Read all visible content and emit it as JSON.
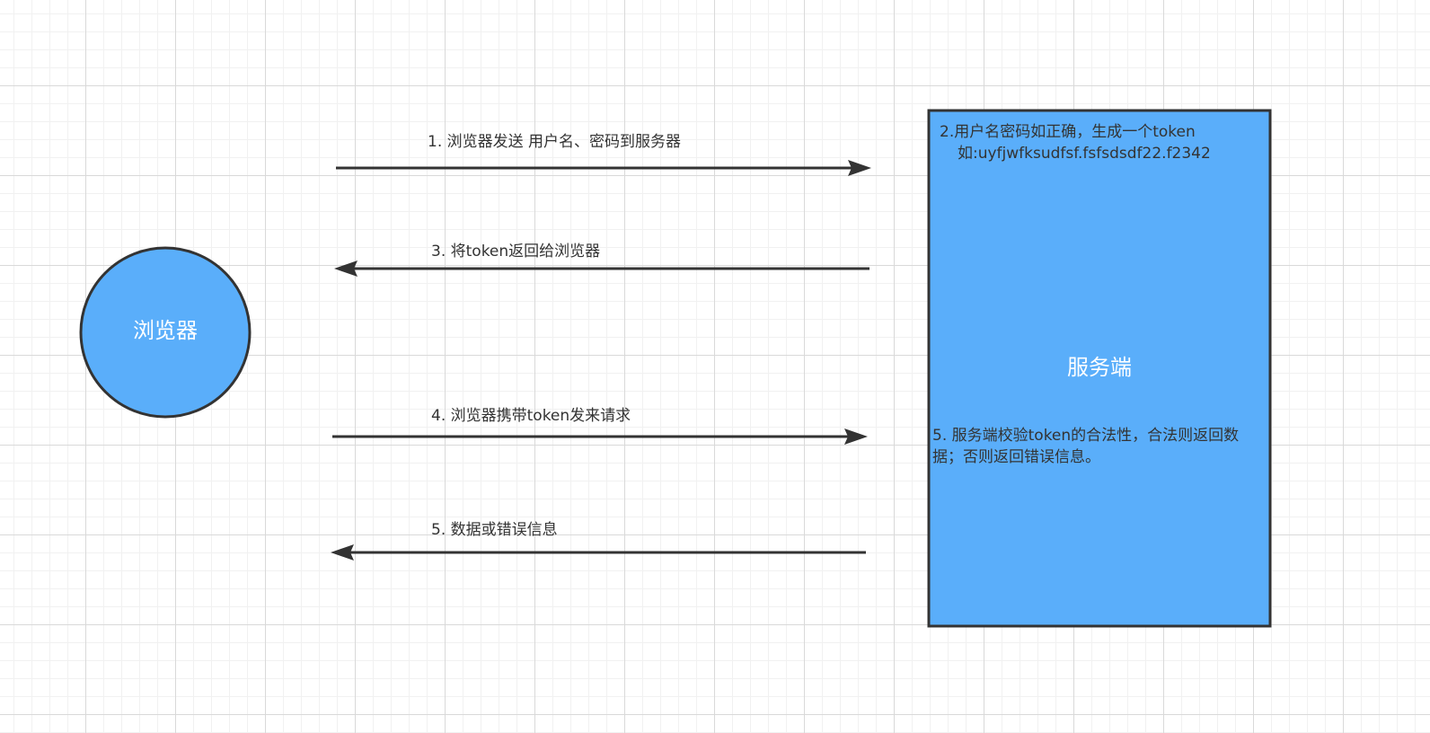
{
  "nodes": {
    "browser": {
      "label": "浏览器",
      "fill": "#5aaefa",
      "stroke": "#333333"
    },
    "server": {
      "label": "服务端",
      "fill": "#5aaefa",
      "stroke": "#333333",
      "note_token_line1": "2.用户名密码如正确，生成一个token",
      "note_token_line2": "如:uyfjwfksudfsf.fsfsdsdf22.f2342",
      "note_validate_line1": "5. 服务端校验token的合法性，合法则返回数",
      "note_validate_line2": "据；否则返回错误信息。"
    }
  },
  "edges": [
    {
      "label": "1. 浏览器发送 用户名、密码到服务器",
      "direction": "to-server"
    },
    {
      "label": "3. 将token返回给浏览器",
      "direction": "to-browser"
    },
    {
      "label": "4. 浏览器携带token发来请求",
      "direction": "to-server"
    },
    {
      "label": "5. 数据或错误信息",
      "direction": "to-browser"
    }
  ],
  "colors": {
    "node_fill": "#5aaefa",
    "stroke": "#333333",
    "grid_major": "#d9d9d9",
    "grid_minor": "#f1f1f1",
    "text": "#333333",
    "node_text": "#ffffff"
  }
}
